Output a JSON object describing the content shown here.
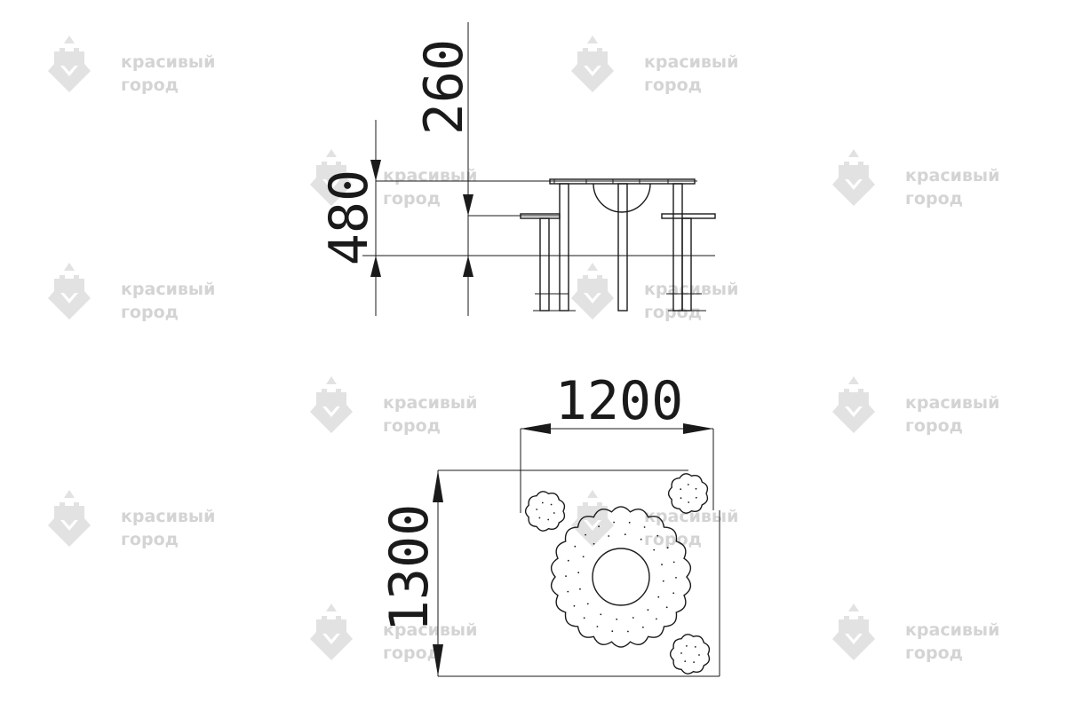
{
  "watermark": {
    "line1": "красивый",
    "line2": "город"
  },
  "dimensions": {
    "side_total_height": "480",
    "side_seat_height": "260",
    "plan_width": "1200",
    "plan_depth": "1300"
  }
}
